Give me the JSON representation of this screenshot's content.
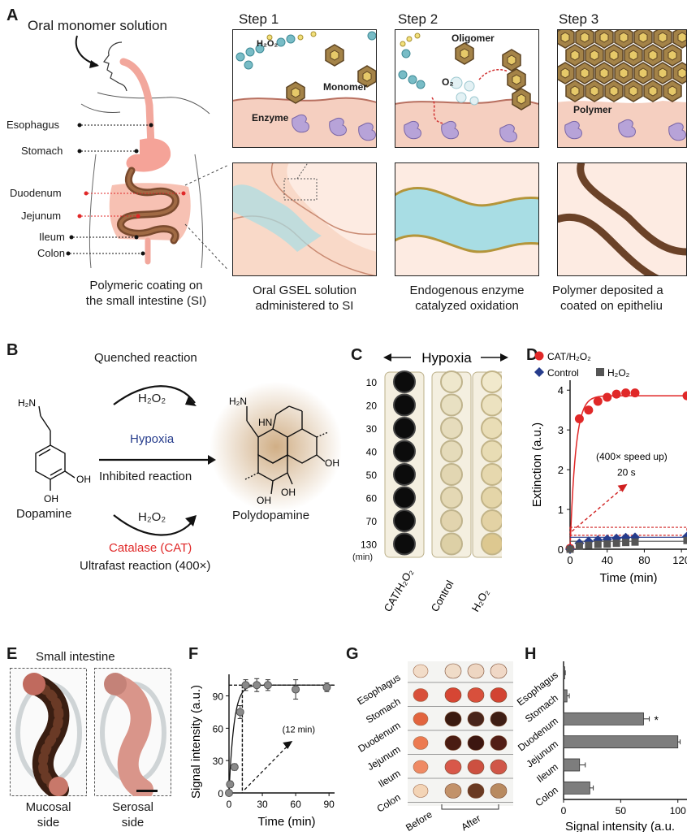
{
  "panelA": {
    "letter": "A",
    "oral_label": "Oral monomer solution",
    "organs": [
      "Esophagus",
      "Stomach",
      "Duodenum",
      "Jejunum",
      "Ileum",
      "Colon"
    ],
    "caption": [
      "Polymeric coating on",
      "the small intestine (SI)"
    ],
    "steps": [
      "Step 1",
      "Step 2",
      "Step 3"
    ],
    "step_captions": [
      [
        "Oral GSEL solution",
        "administered to SI"
      ],
      [
        "Endogenous enzyme",
        "catalyzed oxidation"
      ],
      [
        "Polymer deposited a",
        "coated on epitheliu"
      ]
    ],
    "inset_labels": {
      "h2o2": "H₂O₂",
      "monomer": "Monomer",
      "enzyme": "Enzyme",
      "oligomer": "Oligomer",
      "o2": "O₂",
      "polymer": "Polymer"
    }
  },
  "panelB": {
    "letter": "B",
    "quenched": "Quenched reaction",
    "h2o2_top": "H₂O₂",
    "hypoxia": "Hypoxia",
    "inhibited": "Inhibited reaction",
    "h2o2_bottom": "H₂O₂",
    "catalase": "Catalase (CAT)",
    "ultrafast": "Ultrafast reaction (400×)",
    "dopamine": "Dopamine",
    "polydopamine": "Polydopamine",
    "h2n": "H₂N",
    "hn": "HN",
    "oh": "OH"
  },
  "panelC": {
    "letter": "C",
    "hypoxia": "Hypoxia",
    "times": [
      "10",
      "20",
      "30",
      "40",
      "50",
      "60",
      "70",
      "130"
    ],
    "min_label": "(min)",
    "columns": [
      "CAT/H₂O₂",
      "Control",
      "H₂O₂"
    ]
  },
  "panelD": {
    "letter": "D",
    "annotation": [
      "(400× speed up)",
      "20 s"
    ],
    "chart_data": {
      "type": "scatter",
      "xlabel": "Time (min)",
      "ylabel": "Extinction (a.u.)",
      "xlim": [
        0,
        130
      ],
      "ylim": [
        0,
        4
      ],
      "xticks": [
        0,
        40,
        80,
        120
      ],
      "yticks": [
        0,
        1,
        2,
        3,
        4
      ],
      "series": [
        {
          "name": "CAT/H₂O₂",
          "color": "#e02828",
          "marker": "circle",
          "x": [
            0,
            10,
            20,
            30,
            40,
            50,
            60,
            70,
            130
          ],
          "y": [
            0.02,
            3.28,
            3.5,
            3.72,
            3.82,
            3.9,
            3.93,
            3.93,
            3.86
          ]
        },
        {
          "name": "Control",
          "color": "#263c8c",
          "marker": "diamond",
          "x": [
            0,
            10,
            20,
            30,
            40,
            50,
            60,
            70,
            130
          ],
          "y": [
            0.0,
            0.15,
            0.2,
            0.23,
            0.25,
            0.27,
            0.29,
            0.3,
            0.32
          ]
        },
        {
          "name": "H₂O₂",
          "color": "#555555",
          "marker": "square",
          "x": [
            0,
            10,
            20,
            30,
            40,
            50,
            60,
            70,
            130
          ],
          "y": [
            0.0,
            0.08,
            0.1,
            0.12,
            0.13,
            0.15,
            0.17,
            0.18,
            0.22
          ]
        }
      ]
    }
  },
  "panelE": {
    "letter": "E",
    "title": "Small intestine",
    "captions": [
      [
        "Mucosal",
        "side"
      ],
      [
        "Serosal",
        "side"
      ]
    ]
  },
  "panelF": {
    "letter": "F",
    "annotation": "(12 min)",
    "chart_data": {
      "type": "scatter",
      "xlabel": "Time (min)",
      "ylabel": "Signal intensity (a.u.)",
      "xlim": [
        0,
        95
      ],
      "ylim": [
        0,
        110
      ],
      "xticks": [
        0,
        30,
        60,
        90
      ],
      "yticks": [
        0,
        30,
        60,
        90
      ],
      "x": [
        0,
        1,
        5,
        10,
        15,
        25,
        35,
        60,
        88
      ],
      "y": [
        0,
        8,
        24,
        75,
        100,
        100,
        100,
        96,
        98
      ],
      "err": [
        0,
        3,
        3,
        6,
        5,
        6,
        5,
        9,
        4
      ],
      "plateau": 100
    }
  },
  "panelG": {
    "letter": "G",
    "organs": [
      "Esophagus",
      "Stomach",
      "Duodenum",
      "Jejunum",
      "Ileum",
      "Colon"
    ],
    "before": "Before",
    "after": "After"
  },
  "panelH": {
    "letter": "H",
    "star": "*",
    "chart_data": {
      "type": "bar",
      "orientation": "horizontal",
      "categories": [
        "Esophagus",
        "Stomach",
        "Duodenum",
        "Jejunum",
        "Ileum",
        "Colon"
      ],
      "values": [
        1,
        3,
        70,
        100,
        14,
        23
      ],
      "err": [
        0.5,
        2,
        5,
        2,
        5,
        3
      ],
      "xlabel": "Signal intensity (a.u.",
      "xlim": [
        0,
        110
      ],
      "xticks": [
        0,
        50,
        100
      ]
    }
  },
  "colors": {
    "red": "#e02828",
    "navy": "#263c8c",
    "tissue": "#f4c6b4",
    "polymer": "#6b4228",
    "hexagon": "#a48348"
  }
}
